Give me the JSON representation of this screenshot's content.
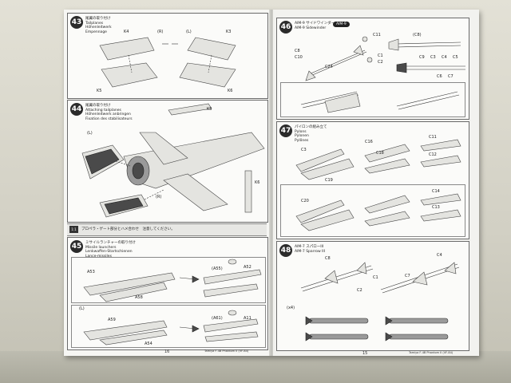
{
  "left_page": {
    "page_number": "16",
    "footer_credit": "Tamiya F-4B Phantom II (VF-84)",
    "step43": {
      "number": "43",
      "caption": "尾翼の取り付け\nTailplanes\nHöhenleitwerk\nEmpennage",
      "labels": [
        "K4",
        "(R)",
        "(L)",
        "K3",
        "K5",
        "K6"
      ]
    },
    "step44": {
      "number": "44",
      "caption": "尾翼の取り付け\nAttaching tailplanes\nHöhenleitwerk anbringen\nFixation des stabilisateurs",
      "labels": [
        "(L)",
        "(R)",
        "K5",
        "K6"
      ]
    },
    "note": {
      "icon": "1:1",
      "text": "プロペラ・ゲート部分とハメ合わせ　注意してください。"
    },
    "step45": {
      "number": "45",
      "caption": "ミサイルランチャーの取り付け\nMissile launchers\nLenkwaffen-Startschienen\nLance-missiles",
      "labels": [
        "A53",
        "A58",
        "A52",
        "(A55)",
        "(L)",
        "A59",
        "A54",
        "A11",
        "(A61)"
      ]
    }
  },
  "right_page": {
    "page_number": "15",
    "footer_credit": "Tamiya F-4B Phantom II (VF-84)",
    "step46": {
      "number": "46",
      "caption": "AIM-9 サイドワインダー\nAIM-9 Sidewinder",
      "labels": [
        "C8",
        "C10",
        "C24",
        "C11",
        "C1",
        "C2",
        "(C8)",
        "C9",
        "C3",
        "C4",
        "C5",
        "C6",
        "C7"
      ]
    },
    "step47": {
      "number": "47",
      "caption": "パイロンの組み立て\nPylons\nPylonen\nPylônes",
      "labels": [
        "C3",
        "C16",
        "C18",
        "C11",
        "C12",
        "C20",
        "C19",
        "C14",
        "C13"
      ]
    },
    "step48": {
      "number": "48",
      "caption": "AIM-7 スパローIII\nAIM-7 Sparrow III",
      "labels": [
        "C8",
        "C4",
        "C7",
        "C2",
        "C1",
        "(x4)"
      ]
    }
  }
}
